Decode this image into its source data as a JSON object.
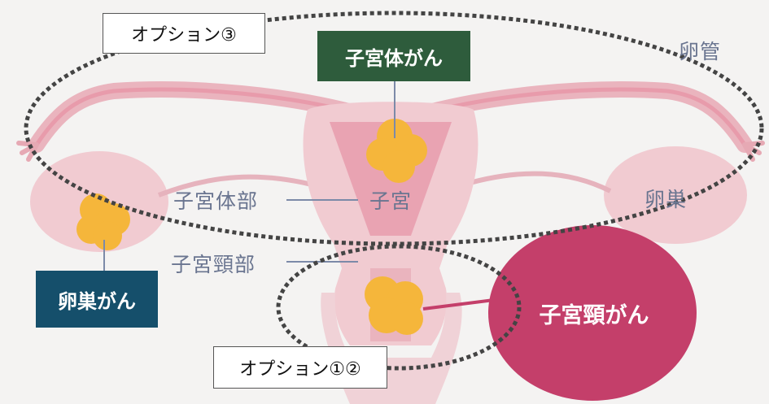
{
  "options": {
    "option3": "オプション③",
    "option12": "オプション①②"
  },
  "organs": {
    "fallopian_tube": "卵管",
    "uterine_body": "子宮体部",
    "uterus": "子宮",
    "ovary": "卵巣",
    "cervix": "子宮頸部"
  },
  "cancers": {
    "endometrial": "子宮体がん",
    "ovarian": "卵巣がん",
    "cervical": "子宮頸がん"
  },
  "colors": {
    "background": "#f4f3f2",
    "tissue": "#f1cbd1",
    "tissue_dark": "#e6a9b4",
    "tube": "#e89bab",
    "tumor": "#f5b63b",
    "endometrial_tag": "#2e5c3c",
    "ovarian_tag": "#154f6b",
    "cervical_circle": "#c43f6a",
    "label_text": "#6a7590"
  }
}
